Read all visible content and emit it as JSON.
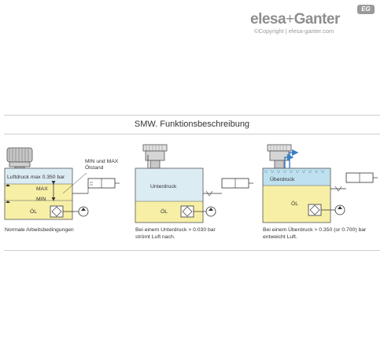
{
  "header": {
    "brand_left": "elesa",
    "brand_plus": "+",
    "brand_right": "Ganter",
    "badge": "EG",
    "copyright": "©Copyright | elesa-ganter.com"
  },
  "title": "SMW. Funktionsbeschreibung",
  "panels": [
    {
      "pressure_label": "Luftdruck max 0.350 bar",
      "callout": "MIN und MAX Ölstand",
      "max_label": "MAX",
      "min_label": "MIN",
      "oil_label": "ÖL",
      "caption": "Normale Arbeitsbedingungen"
    },
    {
      "pressure_label": "Unterdruck",
      "oil_label": "ÖL",
      "caption_line1": "Bei einem Unterdruck > 0.030 bar",
      "caption_line2": "strömt Luft nach."
    },
    {
      "pressure_label": "Überdruck",
      "oil_label": "ÖL",
      "caption_line1": "Bei einem Überdruck  > 0.350 (or 0.700) bar",
      "caption_line2": "entweicht Luft."
    }
  ],
  "colors": {
    "oil": "#f7efa6",
    "air": "#dcecf3",
    "brand": "#8e8e8e",
    "arrow_blue": "#3a7fc4"
  }
}
